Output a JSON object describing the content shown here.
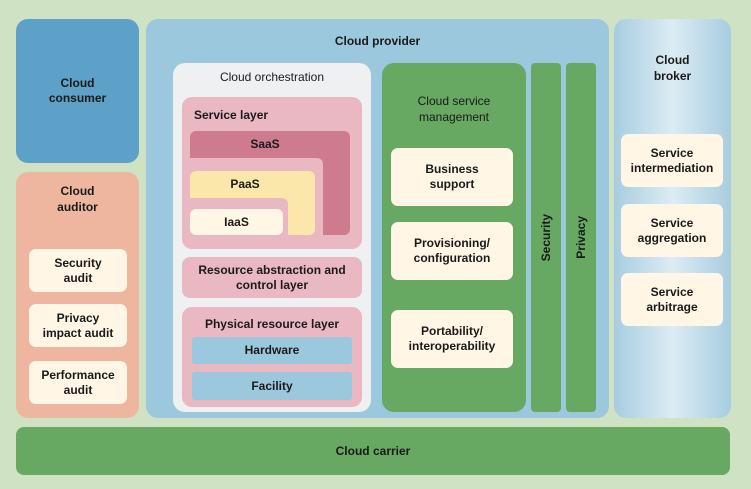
{
  "consumer": {
    "title": "Cloud\nconsumer"
  },
  "auditor": {
    "title": "Cloud\nauditor",
    "items": [
      "Security\naudit",
      "Privacy\nimpact audit",
      "Performance\naudit"
    ]
  },
  "provider": {
    "title": "Cloud provider",
    "orchestration": {
      "title": "Cloud orchestration",
      "service_layer": {
        "title": "Service layer",
        "saas": "SaaS",
        "paas": "PaaS",
        "iaas": "IaaS"
      },
      "resource_abstraction": "Resource abstraction and\ncontrol layer",
      "physical": {
        "title": "Physical resource layer",
        "hardware": "Hardware",
        "facility": "Facility"
      }
    },
    "management": {
      "title": "Cloud service\nmanagement",
      "items": [
        "Business\nsupport",
        "Provisioning/\nconfiguration",
        "Portability/\ninteroperability"
      ]
    },
    "security": "Security",
    "privacy": "Privacy"
  },
  "broker": {
    "title": "Cloud\nbroker",
    "items": [
      "Service\nintermediation",
      "Service\naggregation",
      "Service\narbitrage"
    ]
  },
  "carrier": {
    "title": "Cloud carrier"
  },
  "colors": {
    "background": "#cfe3c4",
    "consumer": "#5da0c8",
    "auditor": "#efb69f",
    "provider": "#9cc8dd",
    "green": "#67a862",
    "pink": "#e9b8c3",
    "saas": "#cd7b8d",
    "paas": "#fbe7aa",
    "cream": "#fff6e5"
  }
}
